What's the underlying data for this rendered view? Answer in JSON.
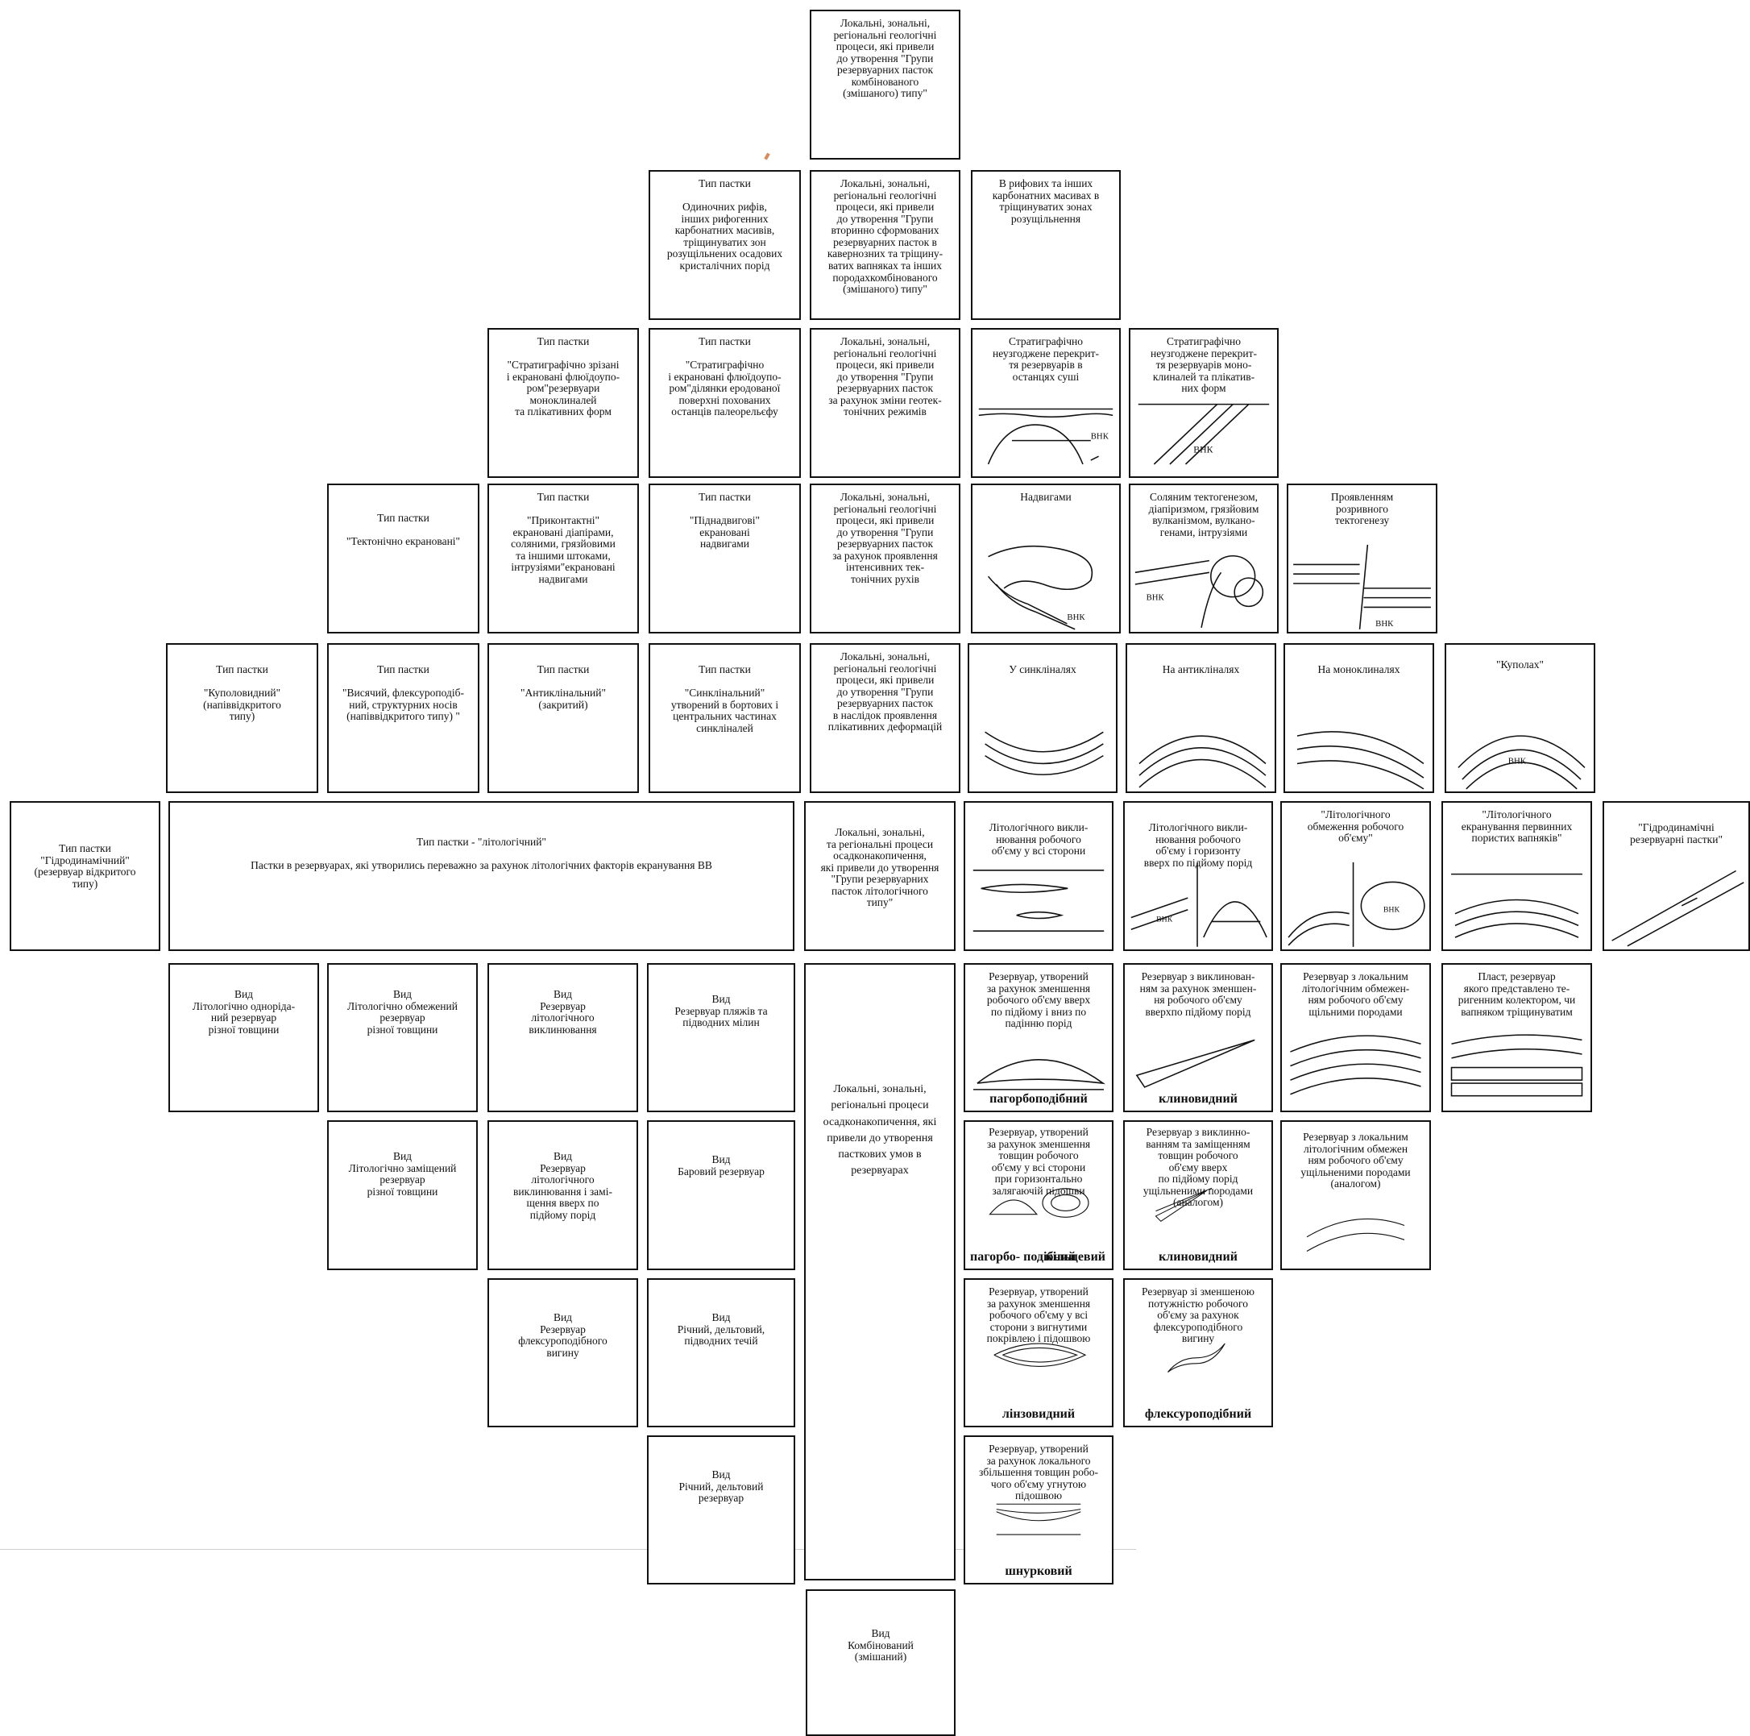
{
  "boxes": {
    "b_r1_center": "Локальні, зональні,\nрегіональні геологічні\nпроцеси, які привели\nдо утворення \"Групи\nрезервуарних пасток\nкомбінованого\n(змішаного) типу\"",
    "b_r2_type": "Тип пастки\n\nОдиночних рифів,\nінших рифогенних\nкарбонатних масивів,\nтріщинуватих зон\nрозущільнених осадових\nкристалічних порід",
    "b_r2_center": "Локальні, зональні,\nрегіональні геологічні\nпроцеси, які привели\nдо утворення \"Групи\nвторинно сформованих\nрезервуарних пасток в\nкавернозних та тріщину-\nватих вапняках та інших\nпородахкомбінованого\n(змішаного) типу\"",
    "b_r2_right": "В рифових та інших\nкарбонатних масивах в\nтріщинуватих зонах\nрозущільнення",
    "b_r3_type1": "Тип пастки\n\n\"Стратиграфічно зрізані\nі екрановані флюїдоупо-\nром\"резервуари\nмоноклиналей\nта плікативних форм",
    "b_r3_type2": "Тип пастки\n\n\"Стратиграфічно\nі екрановані флюїдоупо-\nром\"ділянки еродованої\nповерхні похованих\nостанців палеорельєфу",
    "b_r3_center": "Локальні, зональні,\nрегіональні геологічні\nпроцеси, які привели\nдо утворення \"Групи\nрезервуарних пасток\nза рахунок зміни геотек-\nтонічних режимів",
    "b_r3_s1": "Стратиграфічно\nнеузгоджене перекрит-\nтя резервуарів в\nостанцях суші",
    "b_r3_s2": "Стратиграфічно\nнеузгоджене перекрит-\nтя резервуарів моно-\nклиналей та плікатив-\nних форм",
    "b_r4_type1": "Тип пастки\n\n\"Тектонічно екрановані\"",
    "b_r4_type2": "Тип пастки\n\n\"Приконтактні\"\nекрановані діапірами,\nсоляними, грязйовими\nта іншими штоками,\nінтрузіями\"екрановані\nнадвигами",
    "b_r4_type3": "Тип пастки\n\n\"Піднадвигові\"\nекрановані\nнадвигами",
    "b_r4_center": "Локальні, зональні,\nрегіональні геологічні\nпроцеси, які привели\nдо утворення \"Групи\nрезервуарних пасток\nза рахунок проявлення\nінтенсивних тек-\nтонічних рухів",
    "b_r4_s1": "Надвигами",
    "b_r4_s2": "Соляним тектогенезом,\nдіапіризмом, грязйовим\nвулканізмом, вулкано-\nгенами, інтрузіями",
    "b_r4_s3": "Проявленням\nрозривного\nтектогенезу",
    "b_r5_type1": "Тип пастки\n\n\"Куполовидний\"\n(напіввідкритого\nтипу)",
    "b_r5_type2": "Тип пастки\n\n\"Висячий, флексуроподіб-\nний, структурних носів\n(напіввідкритого типу) \"",
    "b_r5_type3": "Тип пастки\n\n\"Антиклінальний\"\n(закритий)",
    "b_r5_type4": "Тип пастки\n\n\"Синклінальний\"\nутворений в бортових і\nцентральних частинах\nсинкліналей",
    "b_r5_center": "Локальні, зональні,\nрегіональні геологічні\nпроцеси, які привели\nдо утворення \"Групи\nрезервуарних пасток\nв наслідок проявлення\nплікативних деформацій",
    "b_r5_s1": "У синкліналях",
    "b_r5_s2": "На антикліналях",
    "b_r5_s3": "На моноклиналях",
    "b_r5_s4": "\"Куполах\"",
    "b_r6_hydro": "Тип пастки\n\"Гідродинамічний\"\n(резервуар відкритого\nтипу)",
    "b_r6_wide": "Тип пастки - \"літологічний\"\n\nПастки в резервуарах, які утворились переважно за рахунок літологічних факторів екранування ВВ",
    "b_r6_center": "Локальні, зональні,\nта регіональні процеси\nосадконакопичення,\nякі привели до утворення\n\"Групи резервуарних\nпасток літологічного\nтипу\"",
    "b_r6_s1": "Літологічного викли-\nнювання робочого\nоб'єму у всі сторони",
    "b_r6_s2": "Літологічного викли-\nнювання робочого\nоб'єму і горизонту\nвверх по підйому порід",
    "b_r6_s3": "\"Літологічного\nобмеження робочого\nоб'єму\"",
    "b_r6_s4": "\"Літологічного\nекранування первинних\nпористих вапняків\"",
    "b_r6_s5": "\"Гідродинамічні\nрезервуарні пастки\"",
    "b_v1": "Вид\nЛітологічно одноріда-\nний резервуар\nрізної товщини",
    "b_v2": "Вид\nЛітологічно обмежений\nрезервуар\nрізної товщини",
    "b_v3": "Вид\nРезервуар\nлітологічного\nвиклинювання",
    "b_v4": "Вид\nРезервуар пляжів та\nпідводних мілин",
    "b_tall_center": "Локальні, зональні,\nрегіональні процеси\nосадконакопичення, які\nпривели до утворення\nпасткових умов в\nрезервуарах",
    "b_r7_s1": "Резервуар, утворений\nза рахунок зменшення\nробочого об'єму вверх\nпо підйому і вниз по\nпадінню порід",
    "b_r7_s2": "Резервуар з виклинован-\nням за рахунок зменшен-\nня робочого об'єму\nвверхпо підйому порід",
    "b_r7_s3": "Резервуар з локальним\nлітологічним обмежен-\nням робочого об'єму\nщільними породами",
    "b_r7_s4": "Пласт, резервуар\nякого представлено те-\nригенним колектором, чи\nвапняком тріщинуватим",
    "b_v5": "Вид\nЛітологічно заміщений\nрезервуар\nрізної товщини",
    "b_v6": "Вид\nРезервуар\nлітологічного\nвиклинювання і замі-\nщення вверх по\nпідйому порід",
    "b_v7": "Вид\nБаровий резервуар",
    "b_r8_s1": "Резервуар, утворений\nза рахунок зменшення\nтовщин робочого\nоб'єму у всі сторони\nпри горизонтально\nзалягаючій підошви",
    "b_r8_s2": "Резервуар з виклинно-\nванням та заміщенням\nтовщин робочого\nоб'єму вверх\nпо підйому порід\nущільненими породами\n(аналогом)",
    "b_r8_s3": "Резервуар з локальним\nлітологічним обмежен\nням робочого об'єму\nущільненими породами\n(аналогом)",
    "b_v8": "Вид\nРезервуар\nфлексуроподібного\nвигину",
    "b_v9": "Вид\nРічний, дельтовий,\nпідводних течій",
    "b_r9_s1": "Резервуар, утворений\nза рахунок зменшення\nробочого об'єму у всі\nсторони з вигнутими\nпокрівлею і підошвою",
    "b_r9_s2": "Резервуар зі зменшеною\nпотужністю робочого\nоб'єму за рахунок\nфлексуроподібного\nвигину",
    "b_v10": "Вид\nРічний, дельтовий\nрезервуар",
    "b_r10_s1": "Резервуар, утворений\nза рахунок локального\nзбільшення товщин робо-\nчого об'єму угнутою\nпідошвою",
    "b_bottom": "Вид\nКомбінований\n(змішаний)"
  },
  "captions": {
    "pagorb": "пагорбоподібний",
    "klyn1": "клиновидний",
    "pagorb2": "пагорбо-\nподібний",
    "kiltsevyi": "кільцевий",
    "klyn2": "клиновидний",
    "linzo": "лінзовидний",
    "fleks": "флексуроподібний",
    "shnur": "шнурковий"
  },
  "labels": {
    "vnk": "ВНК"
  }
}
